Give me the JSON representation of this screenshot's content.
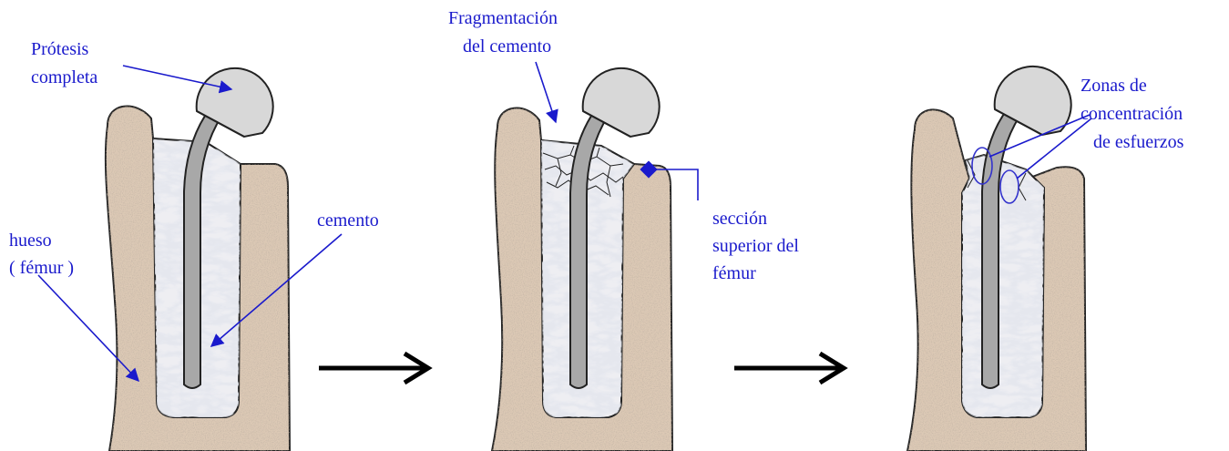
{
  "colors": {
    "bone": "#dcc9b5",
    "bone_speckle": "#b09a86",
    "cement": "#eeeef2",
    "cement_vein": "#d2d4de",
    "stem": "#a8a8a8",
    "head": "#d8d8d8",
    "outline": "#222222",
    "annotation": "#1a1acc",
    "arrow": "#000000"
  },
  "panel1": {
    "label_prosthesis_line1": "Prótesis",
    "label_prosthesis_line2": "completa",
    "label_cement": "cemento",
    "label_bone_line1": "hueso",
    "label_bone_line2": "( fémur )"
  },
  "panel2": {
    "label_fragmentation_line1": "Fragmentación",
    "label_fragmentation_line2": "del cemento",
    "label_section_line1": "sección",
    "label_section_line2": "superior del",
    "label_section_line3": "fémur"
  },
  "panel3": {
    "label_zones_line1": "Zonas de",
    "label_zones_line2": "concentración",
    "label_zones_line3": "de esfuerzos"
  },
  "icons": [
    "right-arrow-icon",
    "right-arrow-icon"
  ]
}
